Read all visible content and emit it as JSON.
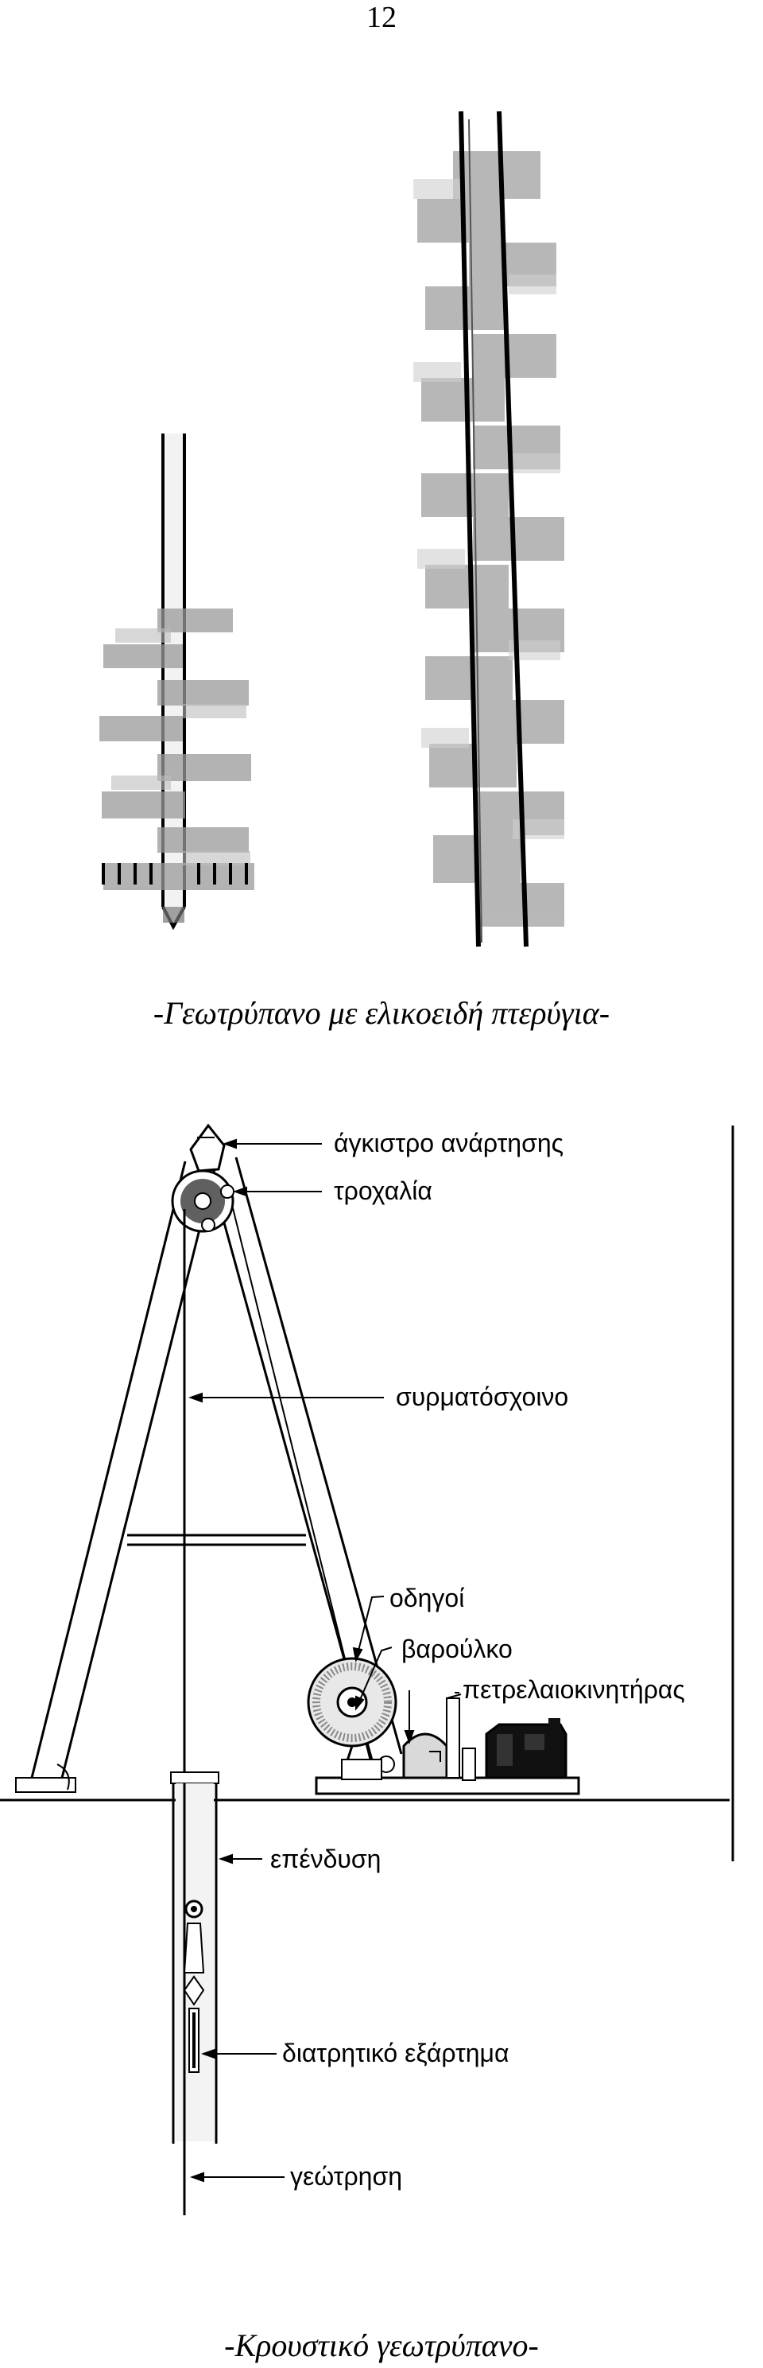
{
  "page": {
    "number": "12"
  },
  "figure1": {
    "caption": "-Γεωτρύπανο με ελικοειδή πτερύγια-"
  },
  "figure2": {
    "caption": "-Κρουστικό γεωτρύπανο-",
    "labels": {
      "hook": "άγκιστρο ανάρτησης",
      "pulley": "τροχαλία",
      "wire_rope": "συρματόσχοινο",
      "guides": "οδηγοί",
      "winch": "βαρούλκο",
      "diesel_engine": "πετρελαιοκινητήρας",
      "casing": "επένδυση",
      "drilling_tool": "διατρητικό εξάρτημα",
      "borehole": "γεώτρηση"
    }
  }
}
